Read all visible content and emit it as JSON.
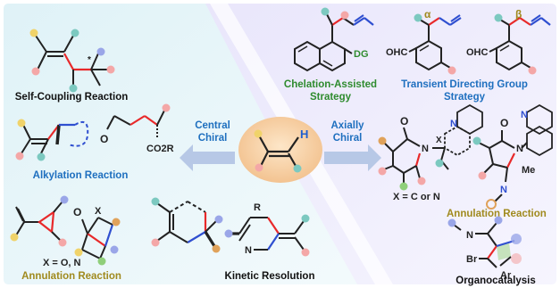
{
  "labels": {
    "self_coupling": "Self-Coupling Reaction",
    "alkylation": "Alkylation Reaction",
    "annulation_left": "Annulation Reaction",
    "kinetic_resolution": "Kinetic Resolution",
    "chelation_line1": "Chelation-Assisted",
    "chelation_line2": "Strategy",
    "transient_line1": "Transient Directing Group",
    "transient_line2": "Strategy",
    "central_line1": "Central",
    "central_line2": "Chiral",
    "axially_line1": "Axially",
    "axially_line2": "Chiral",
    "annulation_right": "Annulation Reaction",
    "organocatalysis": "Organocatalysis"
  },
  "atoms": {
    "dg": "DG",
    "ohc_alpha": "OHC",
    "ohc_beta": "OHC",
    "alpha": "α",
    "beta": "β",
    "h": "H",
    "co2r": "CO2R",
    "o_alkyl": "O",
    "o_spiro": "O",
    "x_spiro": "X",
    "x_eq_o_n": "X = O, N",
    "r": "R",
    "n_kinetic": "N",
    "o_pyridone": "O",
    "n_pyridone": "N",
    "x_pyridone": "X",
    "x_eq_c_n": "X = C or N",
    "o_pyrrole": "O",
    "n_pyrrole": "N",
    "n_imine": "N",
    "me": "Me",
    "n_quin1": "N",
    "n_quin2": "N",
    "n_organo": "N",
    "br": "Br",
    "ar": "Ar"
  },
  "colors": {
    "green_label": "#2e8b2e",
    "blue_label": "#1e6fbf",
    "olive_label": "#a08a1e",
    "red_bond": "#e8292a",
    "blue_bond": "#2f4fd0",
    "arrow": "#b7c8e6",
    "dot_pink": "#f4a7a7",
    "dot_teal": "#7cc9c0",
    "dot_blue": "#9aa6e8",
    "dot_orange": "#e0a25a",
    "dot_yellow": "#f0d36a",
    "dot_green": "#8fcf7a",
    "center_oval": "#f6cfa3"
  }
}
